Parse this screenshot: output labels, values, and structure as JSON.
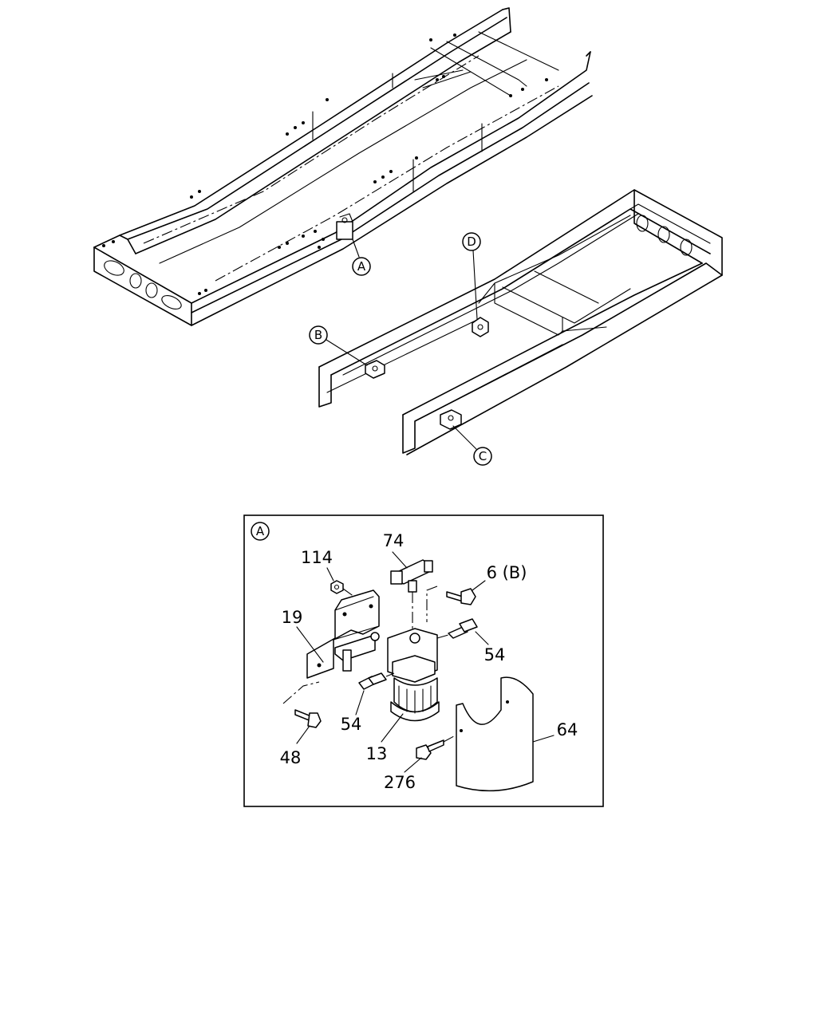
{
  "callouts": {
    "a": "A",
    "b": "B",
    "c": "C",
    "d": "D"
  },
  "detail": {
    "view_letter": "A",
    "parts": {
      "p74": "74",
      "p114": "114",
      "p6b": "6 (B)",
      "p19": "19",
      "p54_right": "54",
      "p54_left": "54",
      "p48": "48",
      "p13": "13",
      "p276": "276",
      "p64": "64"
    }
  }
}
